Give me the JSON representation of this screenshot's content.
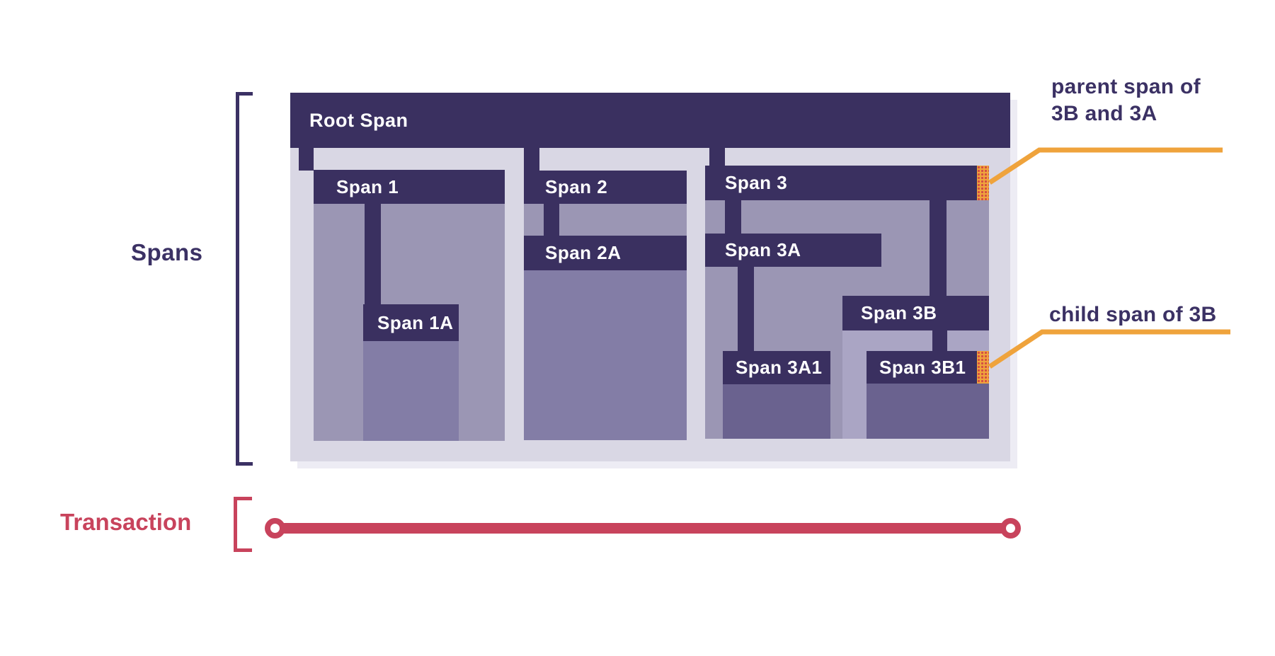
{
  "colors": {
    "bar_dark": "#3a3060",
    "label_purple": "#3b3164",
    "container_lavender": "#d9d7e4",
    "shadow": "#edecf4",
    "fill_medium": "#9b96b4",
    "fill_sub": "#837da6",
    "fill_light": "#aaa5c4",
    "fill_deep": "#6a628f",
    "accent_orange": "#efa33c",
    "marker_dot": "#d34a44",
    "transaction_red": "#c8435c",
    "white": "#ffffff"
  },
  "left_labels": {
    "spans": "Spans",
    "transaction": "Transaction"
  },
  "bars": {
    "root": "Root Span",
    "span1": "Span 1",
    "span1a": "Span 1A",
    "span2": "Span 2",
    "span2a": "Span 2A",
    "span3": "Span 3",
    "span3a": "Span 3A",
    "span3a1": "Span 3A1",
    "span3b": "Span 3B",
    "span3b1": "Span 3B1"
  },
  "annotations": {
    "parent": {
      "line1": "parent span of",
      "line2": "3B and 3A"
    },
    "child": {
      "text": "child span of 3B"
    }
  }
}
